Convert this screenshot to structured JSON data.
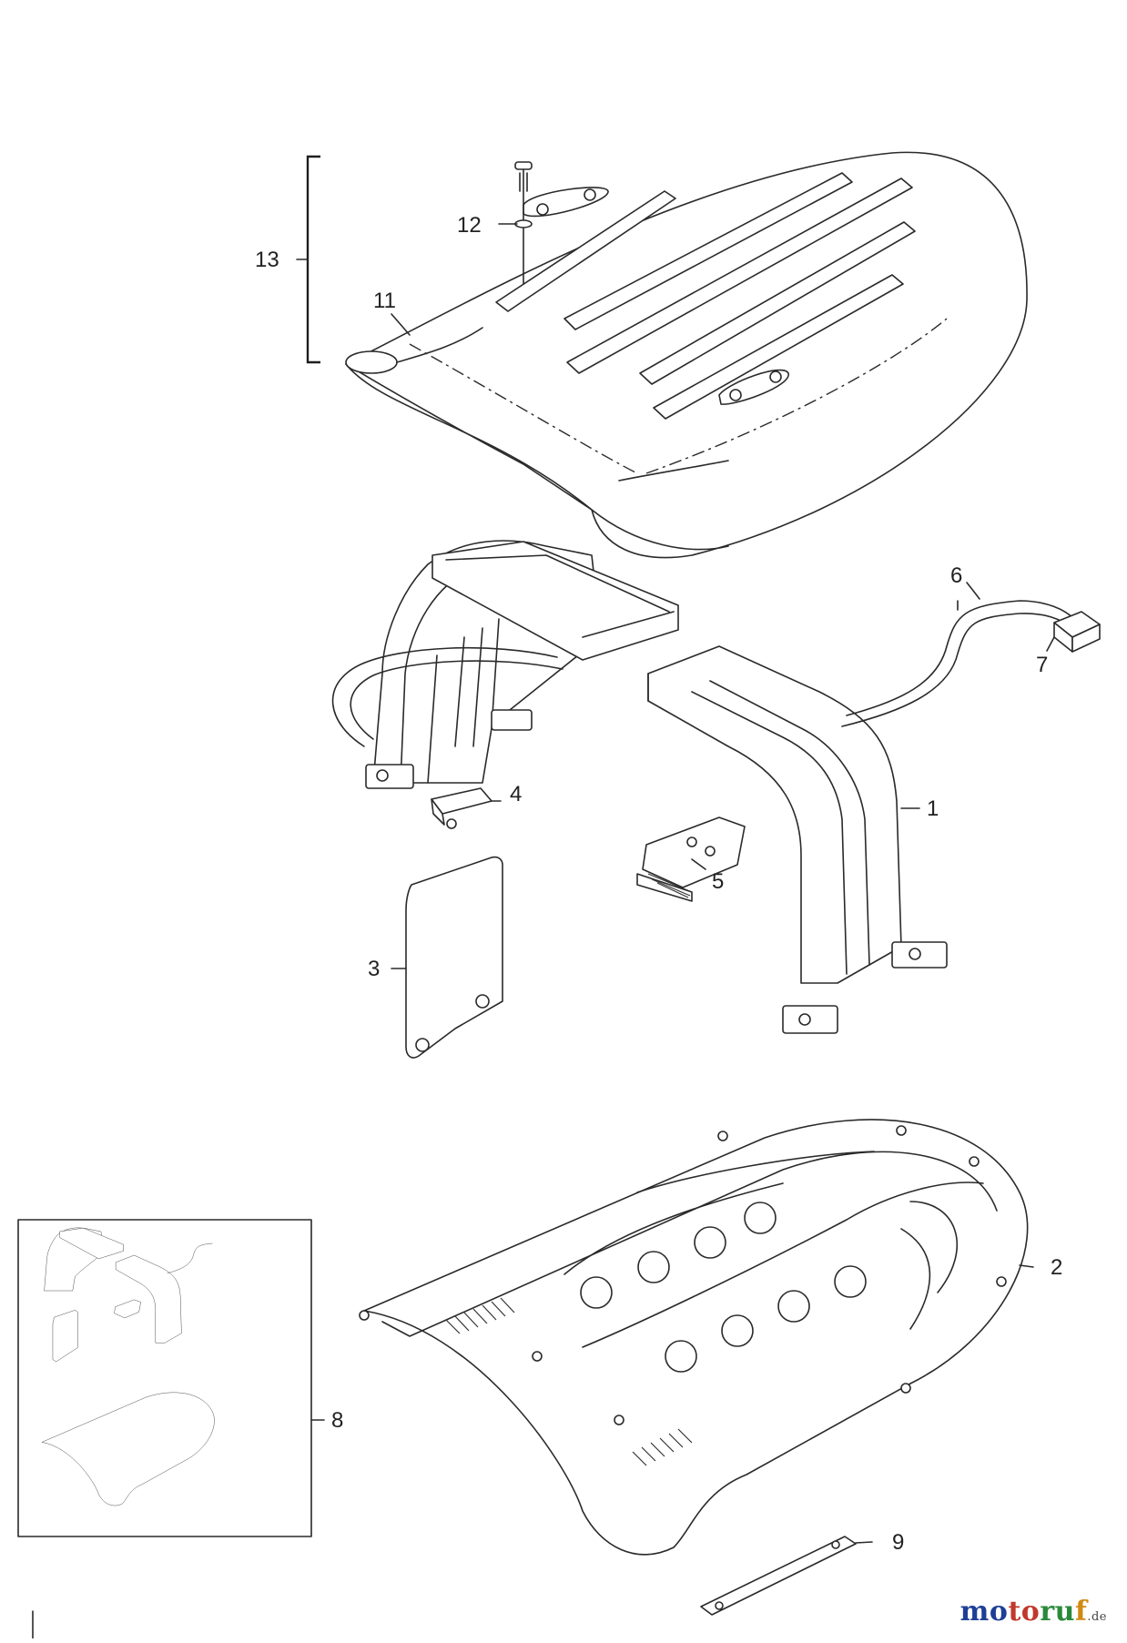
{
  "callouts": {
    "c1": "1",
    "c2": "2",
    "c3": "3",
    "c4": "4",
    "c5": "5",
    "c6": "6",
    "c7": "7",
    "c8": "8",
    "c9": "9",
    "c11": "11",
    "c12": "12",
    "c13": "13"
  },
  "brand": {
    "name_part1": "mo",
    "name_part2": "to",
    "name_part3": "ru",
    "name_part4": "f",
    "tld": ".de"
  }
}
